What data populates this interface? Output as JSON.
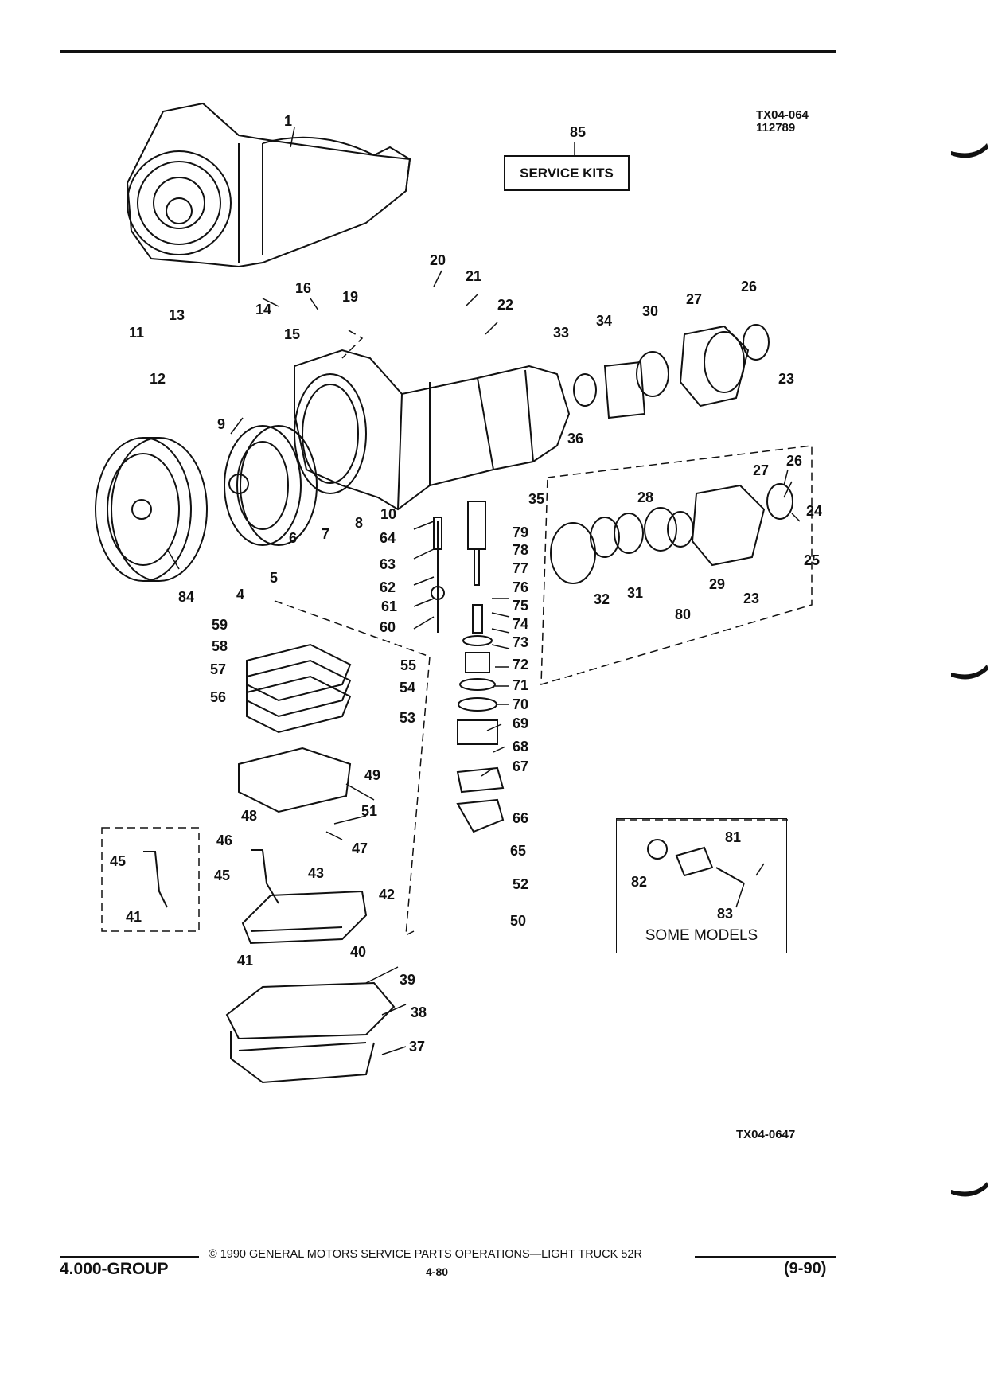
{
  "header": {
    "code_top_1": "TX04-064",
    "code_top_2": "112789",
    "code_bottom": "TX04-0647"
  },
  "service_kits": {
    "number": "85",
    "label": "SERVICE KITS"
  },
  "some_models": {
    "label": "SOME MODELS"
  },
  "callouts": [
    {
      "id": "c1",
      "text": "1"
    },
    {
      "id": "c4",
      "text": "4"
    },
    {
      "id": "c5",
      "text": "5"
    },
    {
      "id": "c6",
      "text": "6"
    },
    {
      "id": "c7",
      "text": "7"
    },
    {
      "id": "c8",
      "text": "8"
    },
    {
      "id": "c9",
      "text": "9"
    },
    {
      "id": "c10",
      "text": "10"
    },
    {
      "id": "c11",
      "text": "11"
    },
    {
      "id": "c12",
      "text": "12"
    },
    {
      "id": "c13",
      "text": "13"
    },
    {
      "id": "c14",
      "text": "14"
    },
    {
      "id": "c15",
      "text": "15"
    },
    {
      "id": "c16",
      "text": "16"
    },
    {
      "id": "c19",
      "text": "19"
    },
    {
      "id": "c20",
      "text": "20"
    },
    {
      "id": "c21",
      "text": "21"
    },
    {
      "id": "c22",
      "text": "22"
    },
    {
      "id": "c23a",
      "text": "23"
    },
    {
      "id": "c23b",
      "text": "23"
    },
    {
      "id": "c24",
      "text": "24"
    },
    {
      "id": "c25",
      "text": "25"
    },
    {
      "id": "c26a",
      "text": "26"
    },
    {
      "id": "c26b",
      "text": "26"
    },
    {
      "id": "c27a",
      "text": "27"
    },
    {
      "id": "c27b",
      "text": "27"
    },
    {
      "id": "c28",
      "text": "28"
    },
    {
      "id": "c29",
      "text": "29"
    },
    {
      "id": "c30",
      "text": "30"
    },
    {
      "id": "c31",
      "text": "31"
    },
    {
      "id": "c32",
      "text": "32"
    },
    {
      "id": "c33",
      "text": "33"
    },
    {
      "id": "c34",
      "text": "34"
    },
    {
      "id": "c35",
      "text": "35"
    },
    {
      "id": "c36",
      "text": "36"
    },
    {
      "id": "c37",
      "text": "37"
    },
    {
      "id": "c38",
      "text": "38"
    },
    {
      "id": "c39",
      "text": "39"
    },
    {
      "id": "c40",
      "text": "40"
    },
    {
      "id": "c41a",
      "text": "41"
    },
    {
      "id": "c41b",
      "text": "41"
    },
    {
      "id": "c42",
      "text": "42"
    },
    {
      "id": "c43",
      "text": "43"
    },
    {
      "id": "c45a",
      "text": "45"
    },
    {
      "id": "c45b",
      "text": "45"
    },
    {
      "id": "c46",
      "text": "46"
    },
    {
      "id": "c47",
      "text": "47"
    },
    {
      "id": "c48",
      "text": "48"
    },
    {
      "id": "c49",
      "text": "49"
    },
    {
      "id": "c50",
      "text": "50"
    },
    {
      "id": "c51",
      "text": "51"
    },
    {
      "id": "c52",
      "text": "52"
    },
    {
      "id": "c53",
      "text": "53"
    },
    {
      "id": "c54",
      "text": "54"
    },
    {
      "id": "c55",
      "text": "55"
    },
    {
      "id": "c56",
      "text": "56"
    },
    {
      "id": "c57",
      "text": "57"
    },
    {
      "id": "c58",
      "text": "58"
    },
    {
      "id": "c59",
      "text": "59"
    },
    {
      "id": "c60",
      "text": "60"
    },
    {
      "id": "c61",
      "text": "61"
    },
    {
      "id": "c62",
      "text": "62"
    },
    {
      "id": "c63",
      "text": "63"
    },
    {
      "id": "c64",
      "text": "64"
    },
    {
      "id": "c65",
      "text": "65"
    },
    {
      "id": "c66",
      "text": "66"
    },
    {
      "id": "c67",
      "text": "67"
    },
    {
      "id": "c68",
      "text": "68"
    },
    {
      "id": "c69",
      "text": "69"
    },
    {
      "id": "c70",
      "text": "70"
    },
    {
      "id": "c71",
      "text": "71"
    },
    {
      "id": "c72",
      "text": "72"
    },
    {
      "id": "c73",
      "text": "73"
    },
    {
      "id": "c74",
      "text": "74"
    },
    {
      "id": "c75",
      "text": "75"
    },
    {
      "id": "c76",
      "text": "76"
    },
    {
      "id": "c77",
      "text": "77"
    },
    {
      "id": "c78",
      "text": "78"
    },
    {
      "id": "c79",
      "text": "79"
    },
    {
      "id": "c80",
      "text": "80"
    },
    {
      "id": "c81",
      "text": "81"
    },
    {
      "id": "c82",
      "text": "82"
    },
    {
      "id": "c83",
      "text": "83"
    },
    {
      "id": "c84",
      "text": "84"
    }
  ],
  "footer": {
    "group": "4.000-GROUP",
    "copyright": "© 1990 GENERAL MOTORS SERVICE PARTS OPERATIONS—LIGHT TRUCK 52R",
    "page": "4-80",
    "date": "(9-90)"
  }
}
